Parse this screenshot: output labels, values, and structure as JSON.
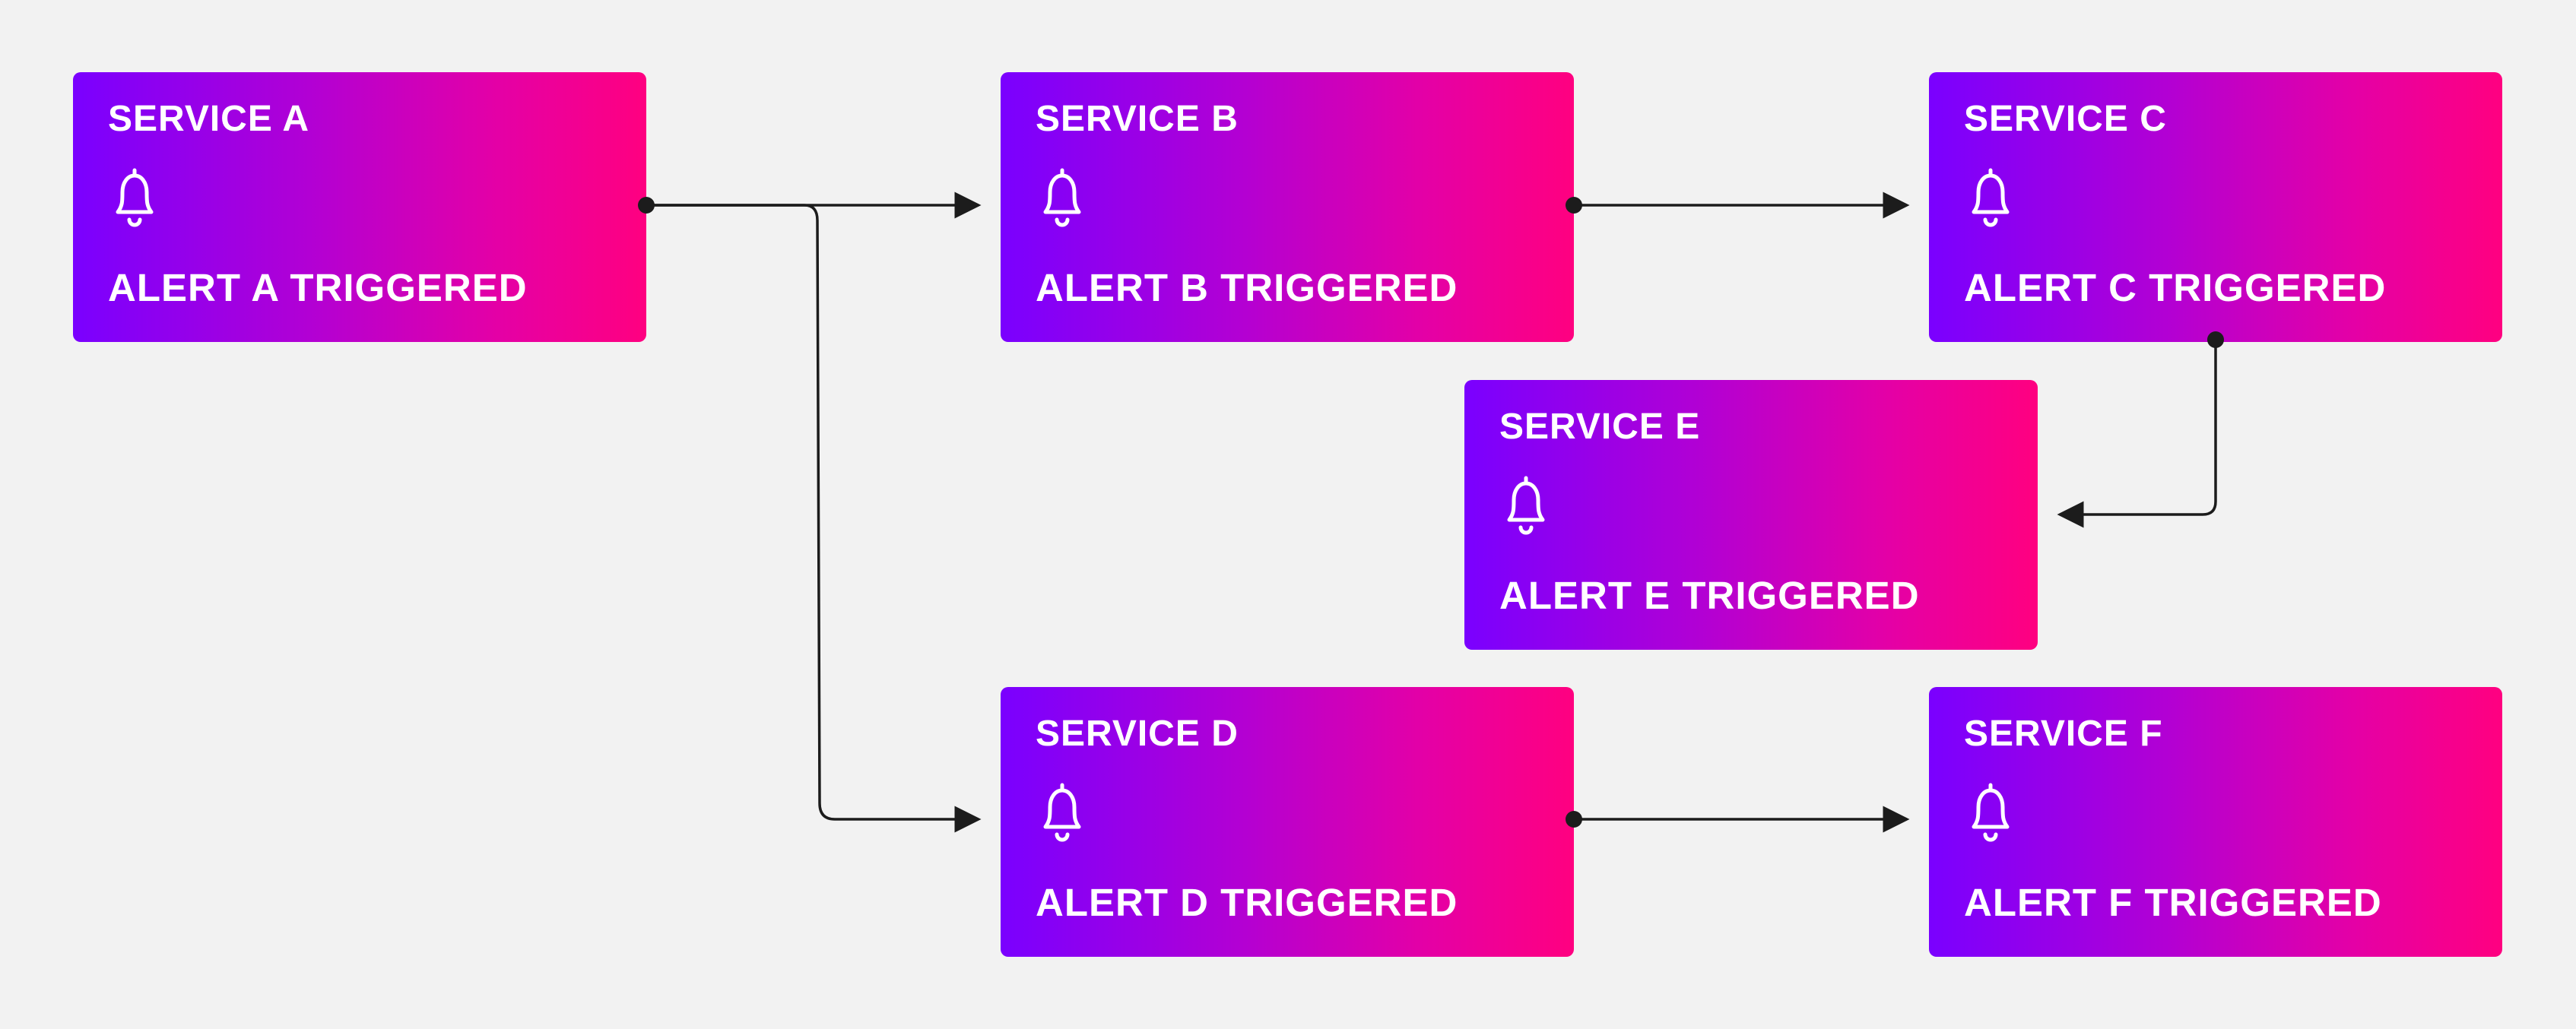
{
  "colors": {
    "background": "#f2f2f2",
    "gradient_start": "#7a00ff",
    "gradient_end": "#ff0080",
    "text": "#ffffff",
    "connector": "#1c1c1c"
  },
  "icon": "bell-icon",
  "nodes": {
    "a": {
      "title": "SERVICE A",
      "status": "ALERT A TRIGGERED"
    },
    "b": {
      "title": "SERVICE B",
      "status": "ALERT B TRIGGERED"
    },
    "c": {
      "title": "SERVICE C",
      "status": "ALERT C TRIGGERED"
    },
    "d": {
      "title": "SERVICE D",
      "status": "ALERT D TRIGGERED"
    },
    "e": {
      "title": "SERVICE E",
      "status": "ALERT E TRIGGERED"
    },
    "f": {
      "title": "SERVICE F",
      "status": "ALERT F TRIGGERED"
    }
  },
  "edges": [
    {
      "from": "SERVICE A",
      "to": "SERVICE B"
    },
    {
      "from": "SERVICE A",
      "to": "SERVICE D"
    },
    {
      "from": "SERVICE B",
      "to": "SERVICE C"
    },
    {
      "from": "SERVICE C",
      "to": "SERVICE E"
    },
    {
      "from": "SERVICE D",
      "to": "SERVICE F"
    }
  ]
}
